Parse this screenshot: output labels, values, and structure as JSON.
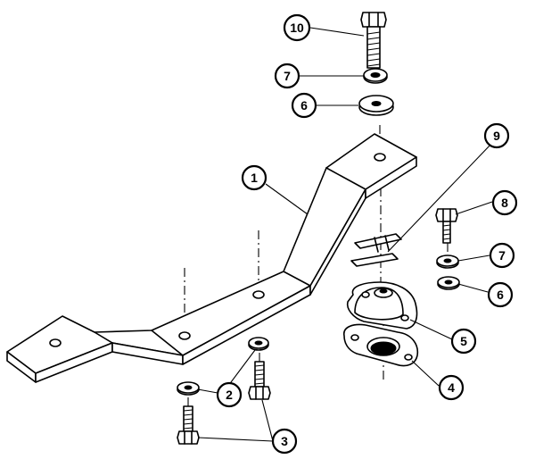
{
  "diagram": {
    "callouts": [
      {
        "id": "1",
        "label": "1"
      },
      {
        "id": "2",
        "label": "2"
      },
      {
        "id": "3",
        "label": "3"
      },
      {
        "id": "4",
        "label": "4"
      },
      {
        "id": "5",
        "label": "5"
      },
      {
        "id": "6a",
        "label": "6"
      },
      {
        "id": "6b",
        "label": "6"
      },
      {
        "id": "7a",
        "label": "7"
      },
      {
        "id": "7b",
        "label": "7"
      },
      {
        "id": "8",
        "label": "8"
      },
      {
        "id": "9",
        "label": "9"
      },
      {
        "id": "10",
        "label": "10"
      }
    ]
  }
}
